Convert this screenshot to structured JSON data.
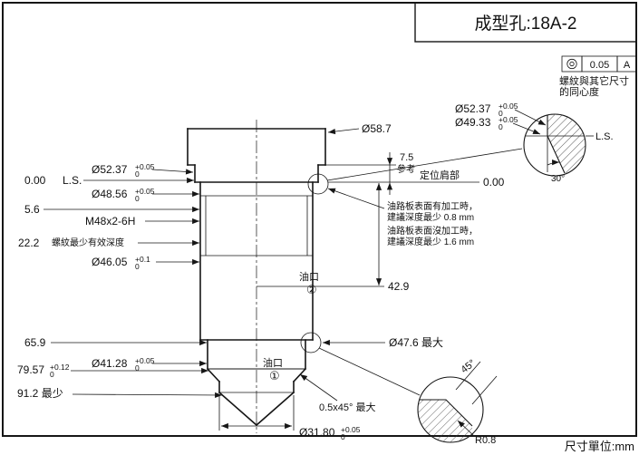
{
  "title_block": {
    "title": "成型孔:18A-2"
  },
  "units": {
    "label": "尺寸單位:mm"
  },
  "tolerance_frame": {
    "symbol_icon": "concentricity-icon",
    "value": "0.05",
    "datum": "A",
    "note_line1": "螺紋與其它尺寸",
    "note_line2": "的同心度"
  },
  "left_dims": {
    "zero": "0.00",
    "zero_suffix": "L.S.",
    "d5237": "Ø52.37",
    "d5237_up": "+0.05",
    "d5237_lo": "0",
    "d4856": "Ø48.56",
    "d4856_up": "+0.05",
    "d4856_lo": "0",
    "depth_56": "5.6",
    "thread_spec": "M48x2-6H",
    "depth_222": "22.2",
    "thread_depth_note": "螺紋最少有效深度",
    "d4605": "Ø46.05",
    "d4605_up": "+0.1",
    "d4605_lo": "0",
    "depth_659": "65.9",
    "d4128": "Ø41.28",
    "d4128_up": "+0.05",
    "d4128_lo": "0",
    "depth_7957": "79.57",
    "depth_7957_up": "+0.12",
    "depth_7957_lo": "0",
    "depth_912": "91.2 最少"
  },
  "right_dims": {
    "d587": "Ø58.7",
    "ref_75": "7.5",
    "ref_label": "參考",
    "shoulder_label": "定位肩部",
    "zero": "0.00",
    "note1_line1": "油路板表面有加工時，",
    "note1_line2": "建議深度最少 0.8 mm",
    "note2_line1": "油路板表面沒加工時，",
    "note2_line2": "建議深度最少 1.6 mm",
    "dim_429": "42.9",
    "d476_max": "Ø47.6 最大",
    "chamfer_max": "0.5x45° 最大",
    "d3180": "Ø31.80",
    "d3180_up": "+0.05",
    "d3180_lo": "0"
  },
  "oil_ports": {
    "port2_label": "油口",
    "port2_num": "②",
    "port1_label": "油口",
    "port1_num": "①"
  },
  "detail_top": {
    "d5237": "Ø52.37",
    "d5237_up": "+0.05",
    "d5237_lo": "0",
    "d4933": "Ø49.33",
    "d4933_up": "+0.05",
    "d4933_lo": "0",
    "ls_label": "L.S.",
    "angle": "30°"
  },
  "detail_bottom": {
    "angle": "45°",
    "radius": "R0.8"
  }
}
